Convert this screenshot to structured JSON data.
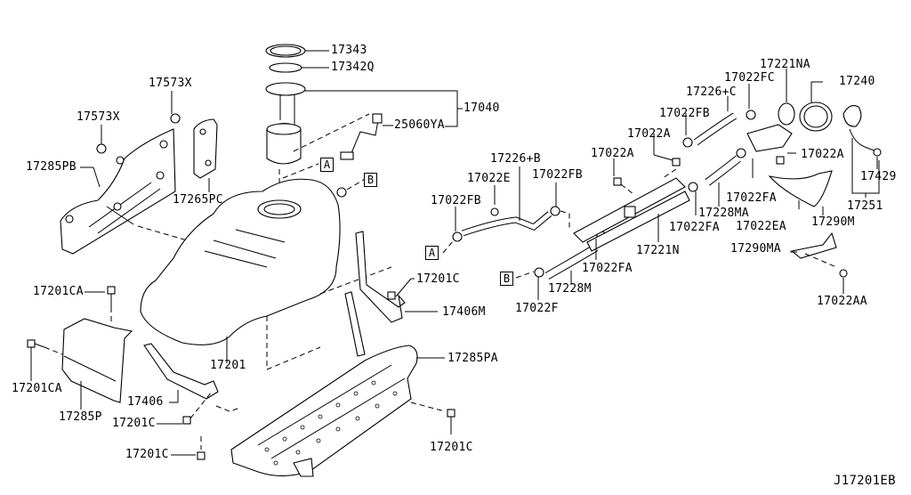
{
  "diagram": {
    "type": "exploded-parts-diagram",
    "subject": "fuel tank assembly",
    "code": "J17201EB",
    "callout_markers": [
      "A",
      "B"
    ],
    "labels": [
      {
        "id": "p17343",
        "text": "17343"
      },
      {
        "id": "p17342q",
        "text": "17342Q"
      },
      {
        "id": "p17040",
        "text": "17040"
      },
      {
        "id": "p25060ya",
        "text": "25060YA"
      },
      {
        "id": "p17573x_a",
        "text": "17573X"
      },
      {
        "id": "p17573x_b",
        "text": "17573X"
      },
      {
        "id": "p17285pb",
        "text": "17285PB"
      },
      {
        "id": "p17265pc",
        "text": "17265PC"
      },
      {
        "id": "p17201",
        "text": "17201"
      },
      {
        "id": "p17201ca_a",
        "text": "17201CA"
      },
      {
        "id": "p17201ca_b",
        "text": "17201CA"
      },
      {
        "id": "p17285p",
        "text": "17285P"
      },
      {
        "id": "p17406",
        "text": "17406"
      },
      {
        "id": "p17201c_a",
        "text": "17201C"
      },
      {
        "id": "p17201c_b",
        "text": "17201C"
      },
      {
        "id": "p17201c_c",
        "text": "17201C"
      },
      {
        "id": "p17201c_d",
        "text": "17201C"
      },
      {
        "id": "p17406m",
        "text": "17406M"
      },
      {
        "id": "p17285pa",
        "text": "17285PA"
      },
      {
        "id": "p17226b",
        "text": "17226+B"
      },
      {
        "id": "p17022e",
        "text": "17022E"
      },
      {
        "id": "p17022fb_a",
        "text": "17022FB"
      },
      {
        "id": "p17022fb_b",
        "text": "17022FB"
      },
      {
        "id": "p17022fb_c",
        "text": "17022FB"
      },
      {
        "id": "p17022a_a",
        "text": "17022A"
      },
      {
        "id": "p17022a_b",
        "text": "17022A"
      },
      {
        "id": "p17022a_c",
        "text": "17022A"
      },
      {
        "id": "p17022fa_a",
        "text": "17022FA"
      },
      {
        "id": "p17022fa_b",
        "text": "17022FA"
      },
      {
        "id": "p17022fa_c",
        "text": "17022FA"
      },
      {
        "id": "p17228m",
        "text": "17228M"
      },
      {
        "id": "p17022f",
        "text": "17022F"
      },
      {
        "id": "p17221n",
        "text": "17221N"
      },
      {
        "id": "p17228ma",
        "text": "17228MA"
      },
      {
        "id": "p17226c",
        "text": "17226+C"
      },
      {
        "id": "p17022fc",
        "text": "17022FC"
      },
      {
        "id": "p17221na",
        "text": "17221NA"
      },
      {
        "id": "p17240",
        "text": "17240"
      },
      {
        "id": "p17429",
        "text": "17429"
      },
      {
        "id": "p17251",
        "text": "17251"
      },
      {
        "id": "p17290m",
        "text": "17290M"
      },
      {
        "id": "p17022ea",
        "text": "17022EA"
      },
      {
        "id": "p17290ma",
        "text": "17290MA"
      },
      {
        "id": "p17022aa",
        "text": "17022AA"
      }
    ]
  }
}
